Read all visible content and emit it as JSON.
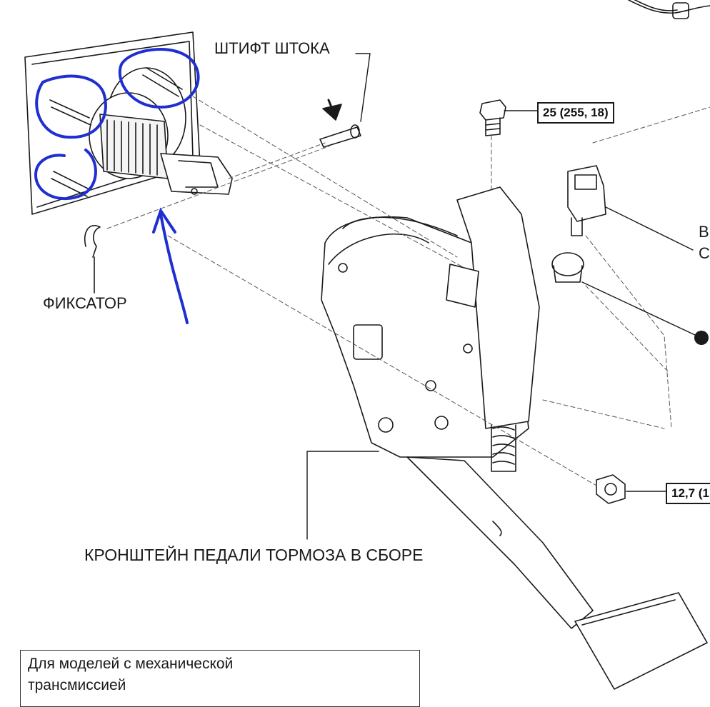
{
  "labels": {
    "rod_pin": "ШТИФТ ШТОКА",
    "retainer": "ФИКСАТОР",
    "bracket_assembly": "КРОНШТЕЙН ПЕДАЛИ ТОРМОЗА В СБОРЕ"
  },
  "torque": {
    "bolt": "25 (255, 18)",
    "nut": "12,7 (1"
  },
  "note": {
    "line1": "Для моделей с механической",
    "line2": "трансмиссией"
  },
  "edge_fragments": {
    "right_1": "В",
    "right_2": "С"
  },
  "colors": {
    "line": "#1a1a1a",
    "dashed": "#555555",
    "annotation": "#1f2fd0"
  }
}
